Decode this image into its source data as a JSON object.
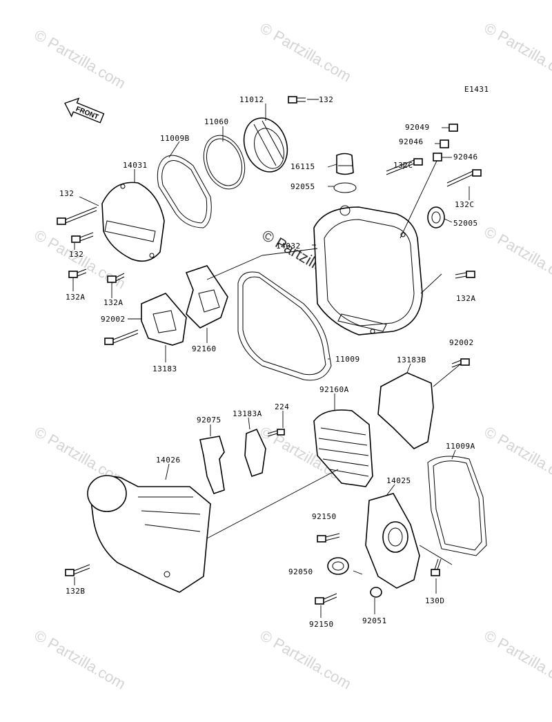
{
  "diagram_code": "E1431",
  "front_arrow_label": "FRONT",
  "watermark": "© Partzilla.com",
  "labels": {
    "p132_top": "132",
    "p11012": "11012",
    "p11060": "11060",
    "p11009B": "11009B",
    "p14031": "14031",
    "p132_left1": "132",
    "p132_left2": "132",
    "p132A_1": "132A",
    "p132A_2": "132A",
    "p92002_left": "92002",
    "p13183": "13183",
    "p92160": "92160",
    "p92049": "92049",
    "p92046_a": "92046",
    "p92046_b": "92046",
    "p16115": "16115",
    "p92055": "92055",
    "p132C_1": "132C",
    "p132C_2": "132C",
    "p52005": "52005",
    "p14032": "14032",
    "p132A_right": "132A",
    "p11009": "11009",
    "p92002_right": "92002",
    "p13183B": "13183B",
    "p92160A": "92160A",
    "p224": "224",
    "p13183A": "13183A",
    "p92075": "92075",
    "p14026": "14026",
    "p11009A": "11009A",
    "p14025": "14025",
    "p92150_1": "92150",
    "p92050": "92050",
    "p130D": "130D",
    "p132B": "132B",
    "p92150_2": "92150",
    "p92051": "92051"
  }
}
